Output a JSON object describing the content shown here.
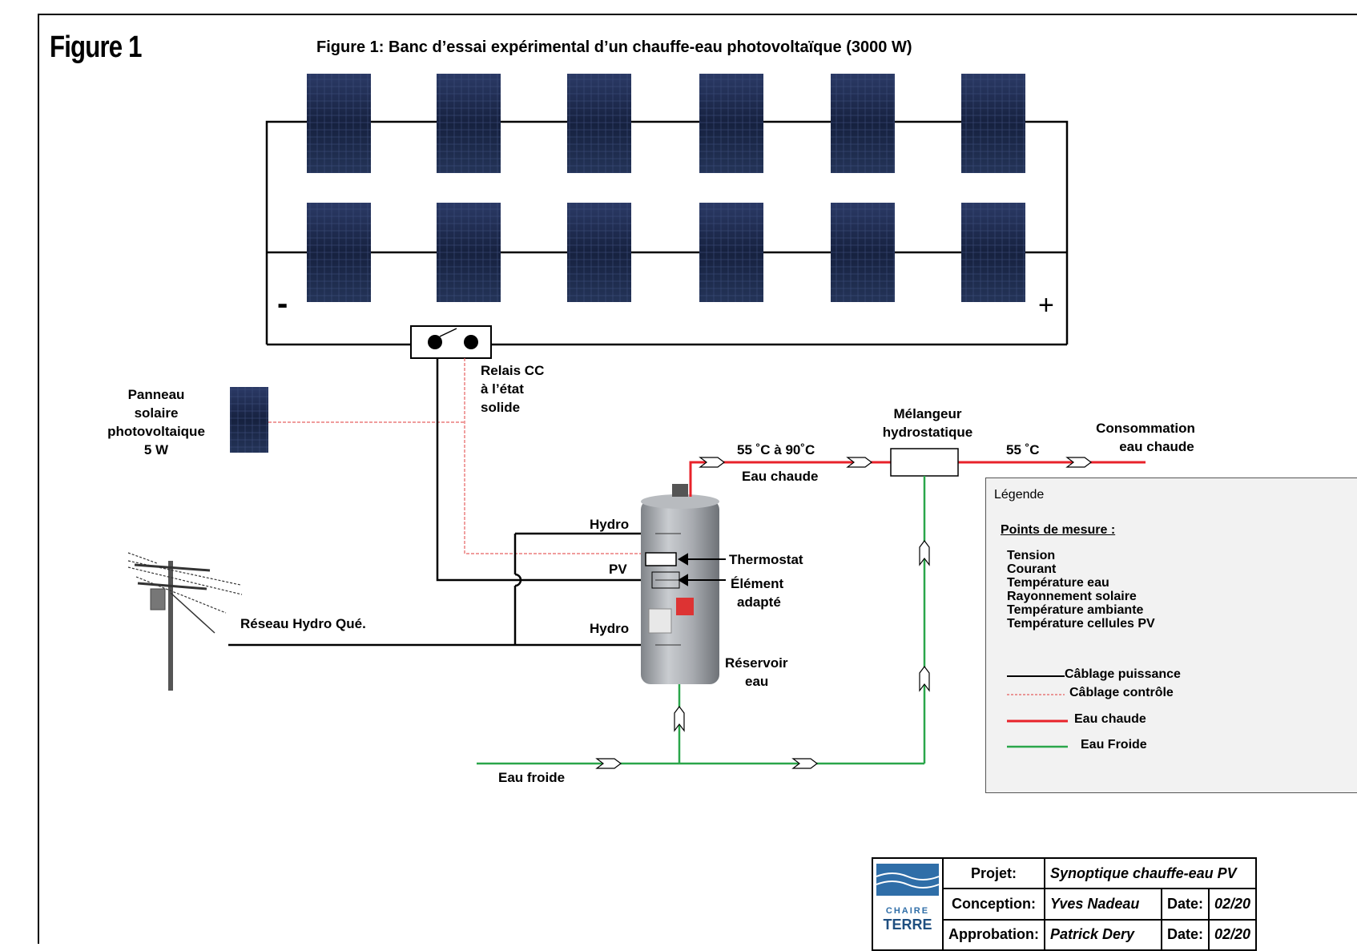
{
  "figure_label": "Figure 1",
  "title": "Figure 1: Banc d’essai expérimental d’un chauffe-eau photovoltaïque (3000 W)",
  "array": {
    "minus": "-",
    "plus": "+"
  },
  "labels": {
    "relay_1": "Relais CC",
    "relay_2": "à l’état",
    "relay_3": "solide",
    "panel_1": "Panneau",
    "panel_2": "solaire",
    "panel_3": "photovoltaique",
    "panel_4": "5 W",
    "mixer_1": "Mélangeur",
    "mixer_2": "hydrostatique",
    "temp_hot": "55 ˚C à 90˚C",
    "hot_water": "Eau chaude",
    "temp_out": "55 ˚C",
    "consumption_1": "Consommation",
    "consumption_2": "eau chaude",
    "hydro_top": "Hydro",
    "pv": "PV",
    "hydro_bottom": "Hydro",
    "thermostat": "Thermostat",
    "element_1": "Élément",
    "element_2": "adapté",
    "grid": "Réseau Hydro Qué.",
    "reservoir_1": "Réservoir",
    "reservoir_2": "eau",
    "cold_water": "Eau froide"
  },
  "legend": {
    "title": "Légende",
    "heading": "Points de mesure :",
    "measures": [
      "Tension",
      "Courant",
      "Température eau",
      "Rayonnement solaire",
      "Température ambiante",
      "Température cellules PV"
    ],
    "power_wiring": "Câblage puissance",
    "control_wiring": "Câblage  contrôle",
    "hot_water": "Eau chaude",
    "cold_water": "Eau Froide"
  },
  "colors": {
    "hot": "#e8222a",
    "cold": "#2aa64a",
    "control": "#e66060",
    "power": "#000000",
    "panel": "#1c2a4e"
  },
  "title_block": {
    "project_label": "Projet:",
    "project_value": "Synoptique chauffe-eau PV",
    "design_label": "Conception:",
    "design_value": "Yves Nadeau",
    "date_label_1": "Date:",
    "date_value_1": "02/20",
    "approval_label": "Approbation:",
    "approval_value": "Patrick Dery",
    "date_label_2": "Date:",
    "date_value_2": "02/20",
    "logo_1": "CHAIRE",
    "logo_2": "TERRE"
  }
}
